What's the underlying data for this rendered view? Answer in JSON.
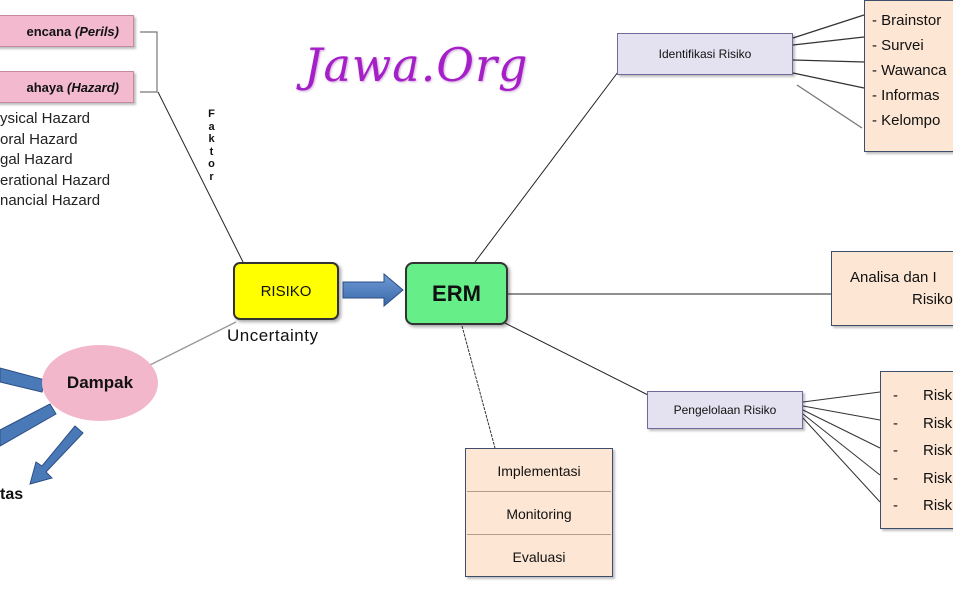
{
  "watermark": "Jawa.Org",
  "left": {
    "perils_label": "encana",
    "perils_term": "(Perils)",
    "hazard_label": "ahaya",
    "hazard_term": "(Hazard)",
    "hazards": [
      "ysical Hazard",
      "oral Hazard",
      "gal Hazard",
      "erational Hazard",
      "nancial Hazard"
    ],
    "faktor": "Faktor",
    "dampak": "Dampak",
    "tas": "tas"
  },
  "center": {
    "risiko": "RISIKO",
    "uncertainty": "Uncertainty",
    "erm": "ERM"
  },
  "identifikasi": {
    "label": "Identifikasi Risiko",
    "items": [
      "- Brainstor",
      "- Survei",
      "- Wawanca",
      "- Informas",
      "- Kelompo"
    ]
  },
  "analisa": {
    "line1": "Analisa dan I",
    "line2": "Risiko"
  },
  "pengelolaan": {
    "label": "Pengelolaan Risiko",
    "dash": "-",
    "items": [
      "Risk",
      "Risk",
      "Risk",
      "Risk",
      "Risk"
    ]
  },
  "implementasi": {
    "items": [
      "Implementasi",
      "Monitoring",
      "Evaluasi"
    ]
  },
  "colors": {
    "risiko_fill": "#ffff00",
    "erm_fill": "#66ee88",
    "pink": "#f2b9cf",
    "lavender": "#e4e2f0",
    "peach": "#fde6d4",
    "arrow": "#4a79b8",
    "watermark": "#a51fc7"
  }
}
